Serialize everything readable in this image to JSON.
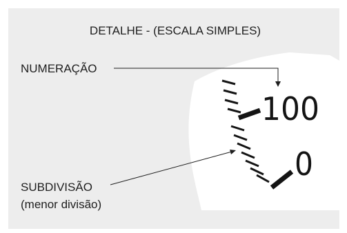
{
  "diagram": {
    "title": "DETALHE - (ESCALA SIMPLES)",
    "labels": {
      "numbering": "NUMERAÇÃO",
      "subdivision_line1": "SUBDIVISÃO",
      "subdivision_line2": "(menor divisão)"
    },
    "scale": {
      "major_upper": "100",
      "major_lower": "0"
    },
    "colors": {
      "panel": "#ededed",
      "dial": "#ffffff",
      "ink": "#1e1e1e"
    }
  }
}
